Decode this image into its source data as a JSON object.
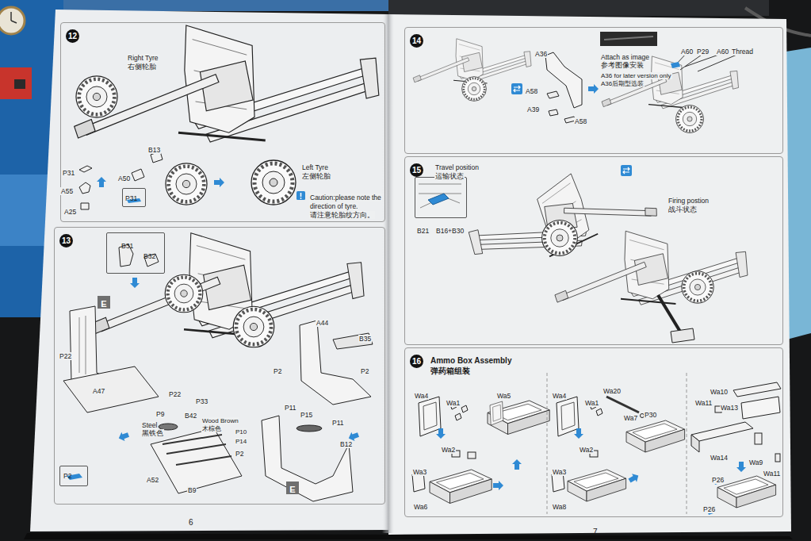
{
  "diagram": {
    "nodes": [
      {
        "text": [
          "6"
        ]
      },
      {
        "text": [
          "7"
        ]
      },
      {
        "text": [
          "12"
        ],
        "in": 0
      },
      {
        "text": [
          "P31"
        ],
        "in": 2
      },
      {
        "text": [
          "13"
        ],
        "in": 0
      },
      {
        "text": [
          "B31",
          "B32"
        ],
        "in": 4
      },
      {
        "text": [
          "E"
        ],
        "in": 4
      },
      {
        "text": [
          "E"
        ],
        "in": 4
      },
      {
        "text": [
          "P2"
        ],
        "in": 4
      },
      {
        "text": [
          "14"
        ],
        "in": 1
      },
      {
        "text": [
          "15"
        ],
        "in": 1
      },
      {
        "text": [
          "B21",
          "B16+B30"
        ],
        "in": 10
      },
      {
        "text": [
          "16",
          "Ammo Box Assembly",
          "弹药箱组装"
        ],
        "in": 1
      }
    ],
    "labels": [
      "Right Tyre",
      "右侧轮胎",
      "B13",
      "A50",
      "P31",
      "A55",
      "A25",
      "Left Tyre",
      "左侧轮胎",
      "Caution:please note the",
      "direction of tyre.",
      "请注意轮胎纹方向。",
      "A44",
      "B35",
      "P22",
      "A47",
      "P22",
      "P2",
      "P2",
      "P33",
      "P9",
      "B42",
      "Wood Brown",
      "木棕色",
      "Steel",
      "黑铁色",
      "P10",
      "P14",
      "P2",
      "A52",
      "B9",
      "P11",
      "P15",
      "P11",
      "B12",
      "A36",
      "A58",
      "A39",
      "A58",
      "Attach as image",
      "参考图像安装",
      "A36 for later version only",
      "A36后期型选装",
      "A60",
      "P29",
      "A60",
      "Thread",
      "Travel position",
      "运输状态",
      "Firing postion",
      "战斗状态",
      "Wa4",
      "Wa1",
      "Wa2",
      "Wa3",
      "Wa6",
      "Wa5",
      "Wa4",
      "Wa1",
      "Wa20",
      "P30",
      "Wa2",
      "Wa3",
      "Wa8",
      "Wa7",
      "Wa10",
      "Wa11",
      "Wa13",
      "Wa14",
      "Wa9",
      "Wa11",
      "P26",
      "P26"
    ]
  }
}
